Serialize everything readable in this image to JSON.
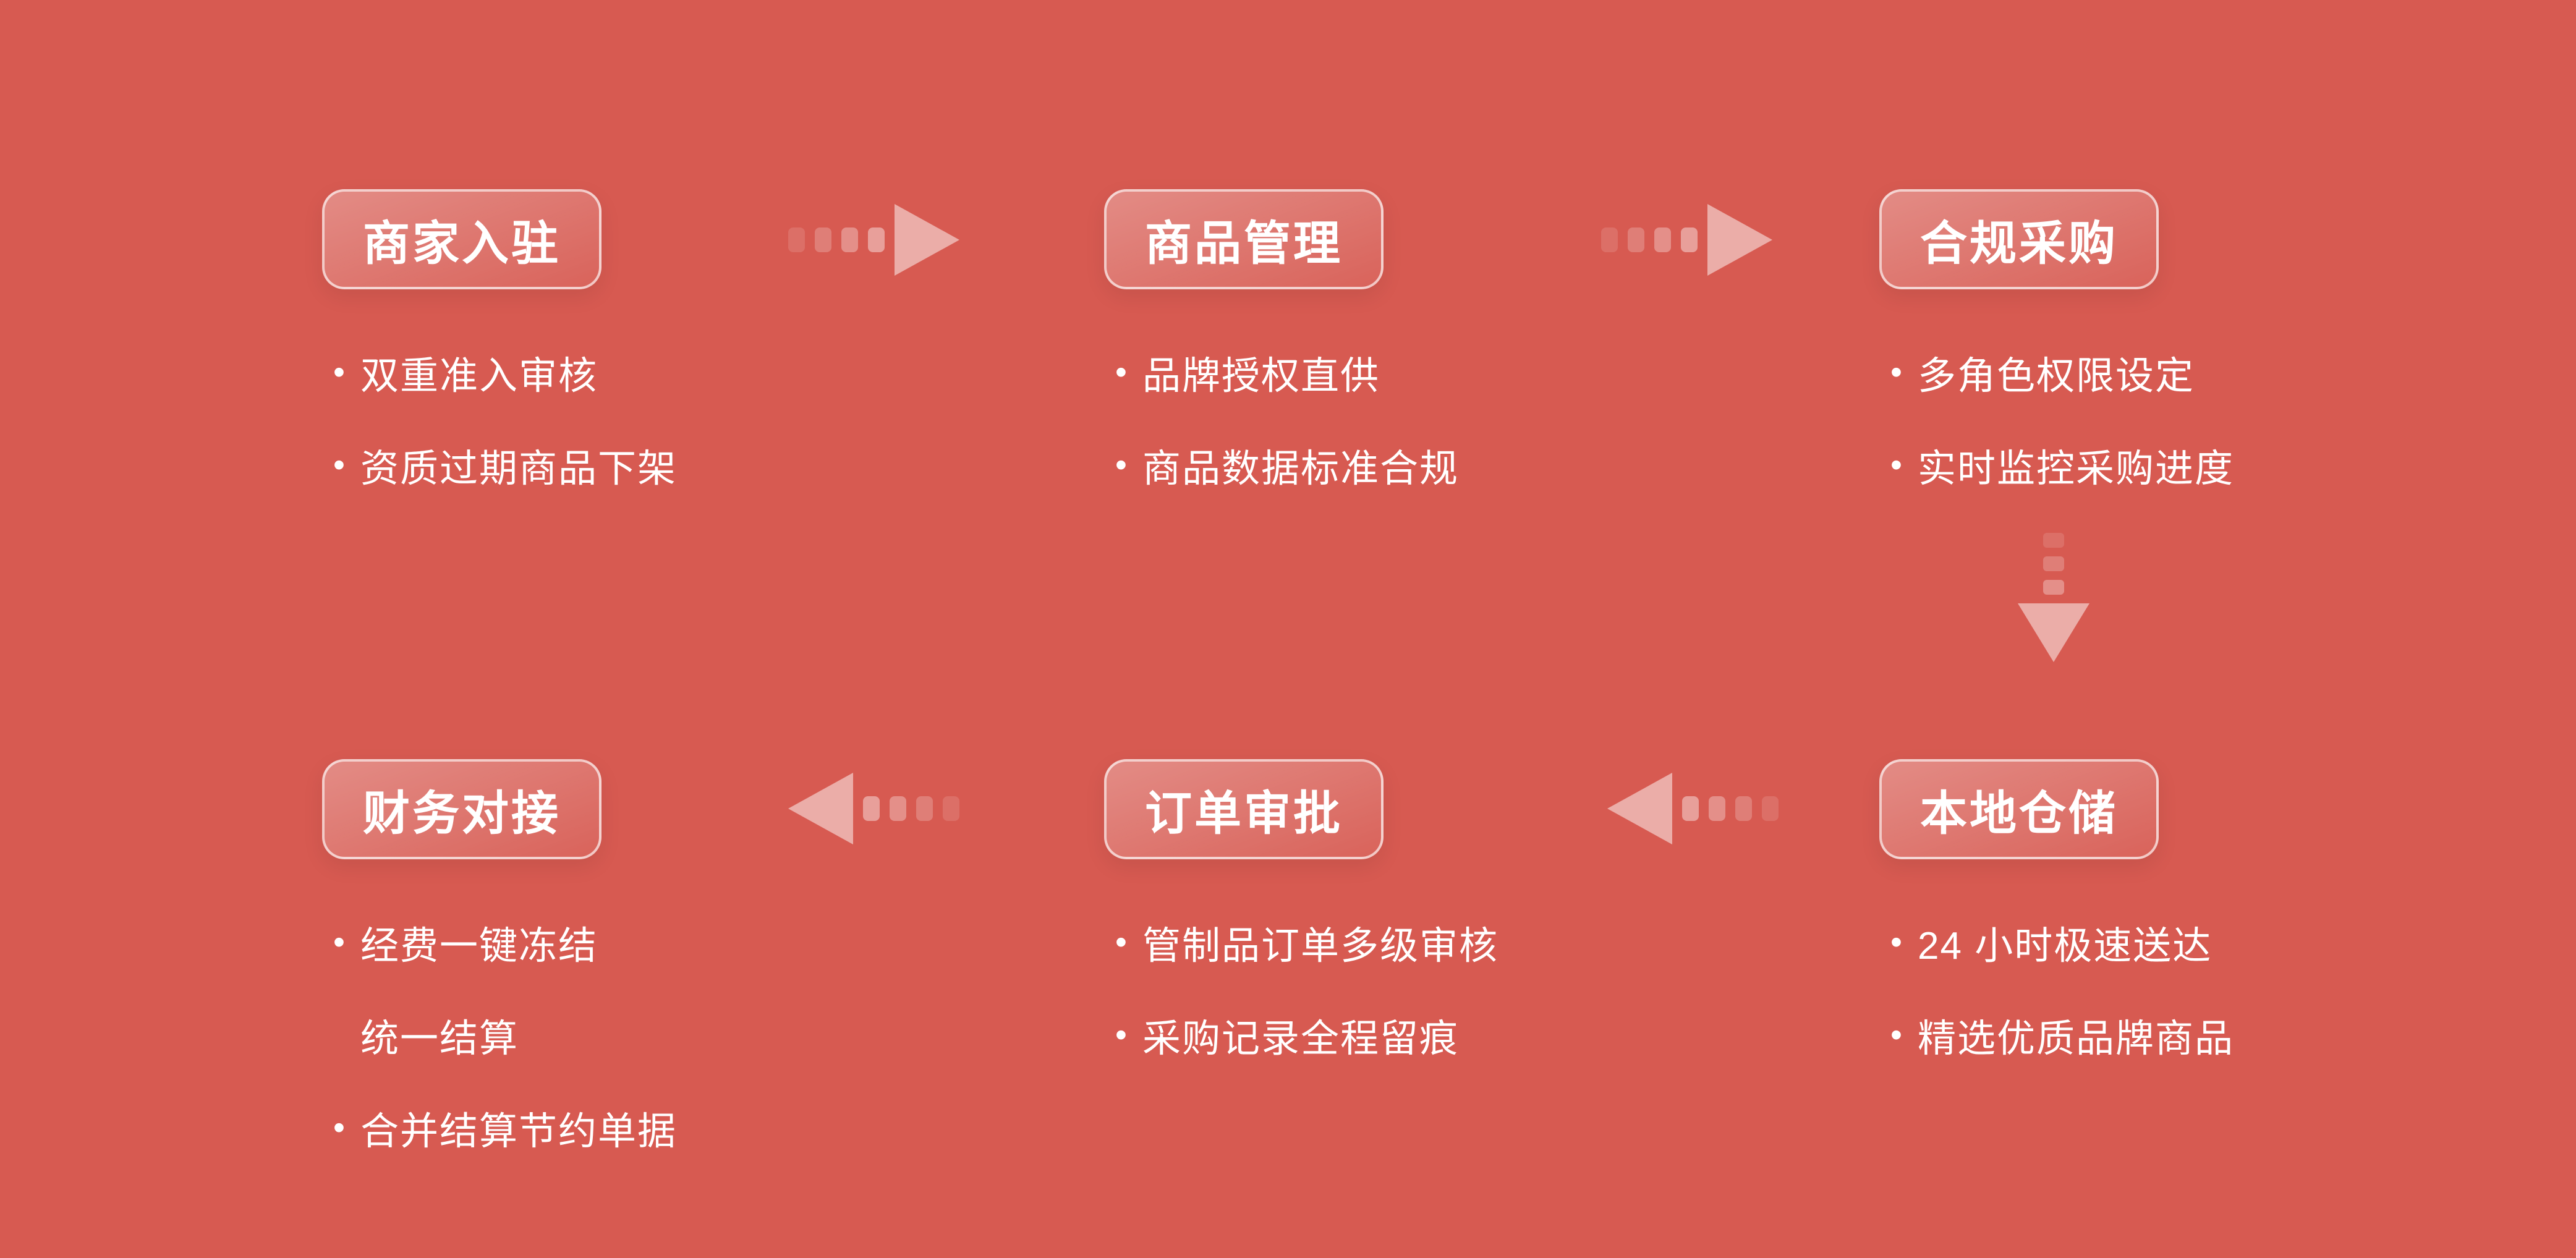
{
  "colors": {
    "background": "#D75A51",
    "text": "#FFFFFF",
    "arrow": "rgba(255,255,255,0.50)"
  },
  "icons": {
    "bullet": "•",
    "arrow_right": "css-triangle-right",
    "arrow_left": "css-triangle-left",
    "arrow_down": "css-triangle-down"
  },
  "flow": {
    "steps": [
      {
        "title": "商家入驻",
        "bullets": [
          "双重准入审核",
          "资质过期商品下架"
        ]
      },
      {
        "title": "商品管理",
        "bullets": [
          "品牌授权直供",
          "商品数据标准合规"
        ]
      },
      {
        "title": "合规采购",
        "bullets": [
          "多角色权限设定",
          "实时监控采购进度"
        ]
      },
      {
        "title": "本地仓储",
        "bullets": [
          "24 小时极速送达",
          "精选优质品牌商品"
        ]
      },
      {
        "title": "订单审批",
        "bullets": [
          "管制品订单多级审核",
          "采购记录全程留痕"
        ]
      },
      {
        "title": "财务对接",
        "bullets": [
          "经费一键冻结",
          "统一结算",
          "合并结算节约单据"
        ]
      }
    ]
  }
}
